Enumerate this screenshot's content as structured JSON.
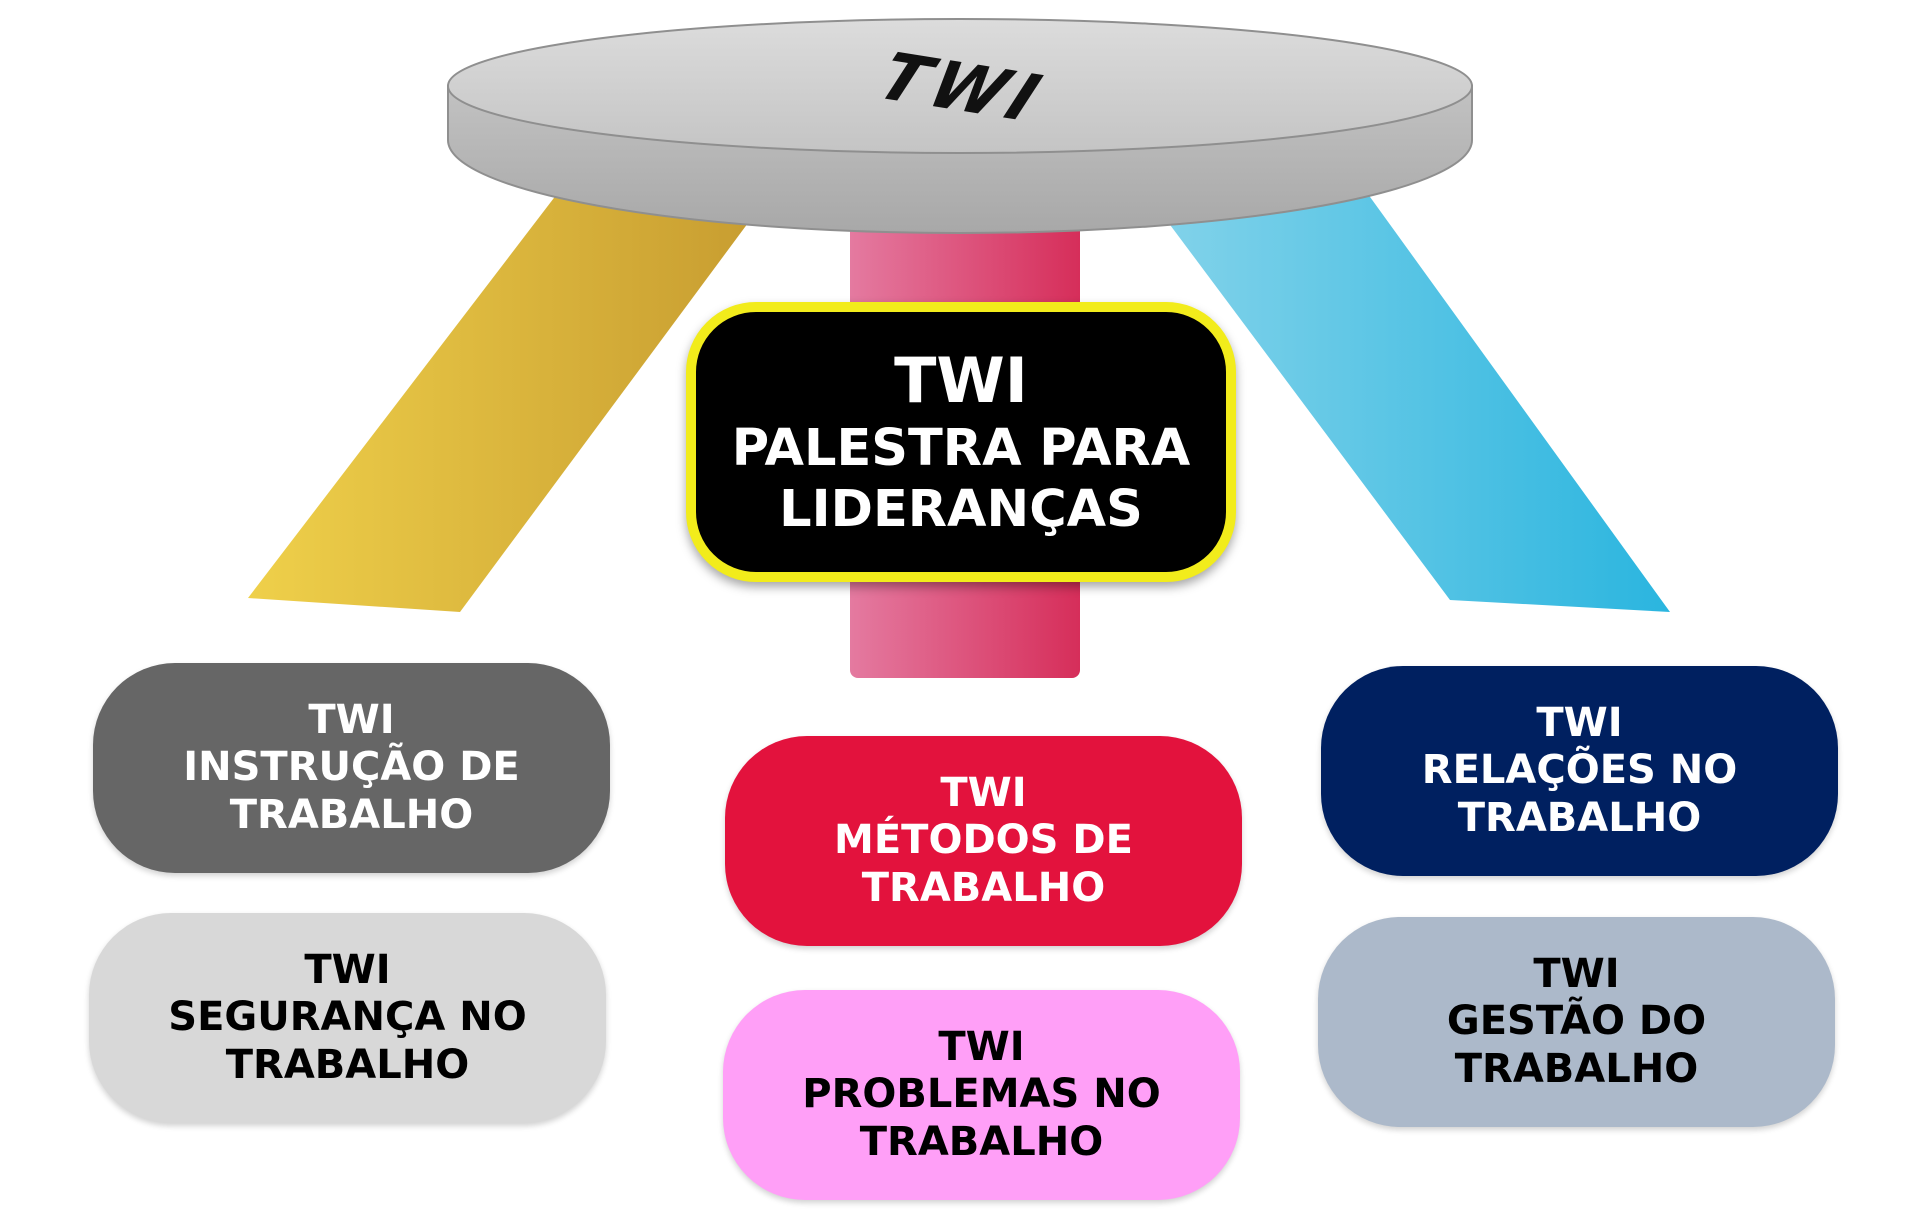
{
  "stool": {
    "seat_label": "TWI",
    "colors": {
      "seat": "#d4d4d4",
      "seat_edge": "#b3b3b3",
      "leg_left": "#dbb43b",
      "leg_center": "#e0466f",
      "leg_right": "#49bfe4"
    }
  },
  "center_box": {
    "title": "TWI",
    "line1": "PALESTRA PARA",
    "line2": "LIDERANÇAS",
    "fill": "#000000",
    "border": "#f2ec1b"
  },
  "boxes": {
    "instrucao": {
      "title": "TWI",
      "line1": "INSTRUÇÃO DE",
      "line2": "TRABALHO",
      "color": "#666666"
    },
    "seguranca": {
      "title": "TWI",
      "line1": "SEGURANÇA NO",
      "line2": "TRABALHO",
      "color": "#d8d8d8"
    },
    "metodos": {
      "title": "TWI",
      "line1": "MÉTODOS DE",
      "line2": "TRABALHO",
      "color": "#e3123d"
    },
    "problemas": {
      "title": "TWI",
      "line1": "PROBLEMAS NO",
      "line2": "TRABALHO",
      "color": "#ff9ff7"
    },
    "relacoes": {
      "title": "TWI",
      "line1": "RELAÇÕES NO",
      "line2": "TRABALHO",
      "color": "#002060"
    },
    "gestao": {
      "title": "TWI",
      "line1": "GESTÃO DO",
      "line2": "TRABALHO",
      "color": "#acb9ca"
    }
  }
}
